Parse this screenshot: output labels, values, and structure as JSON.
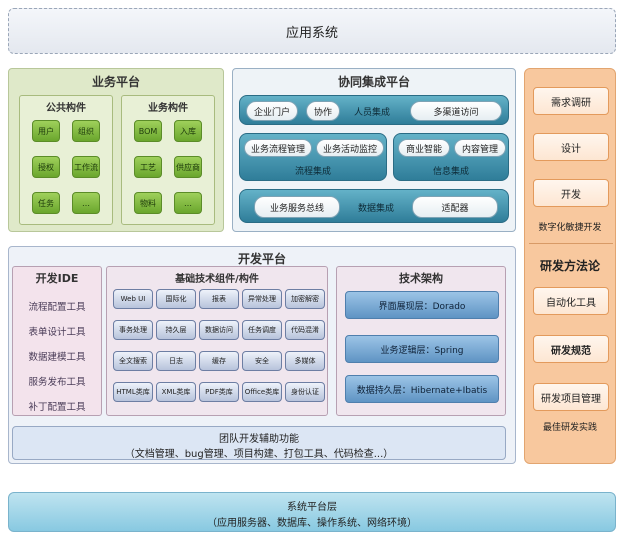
{
  "app_system": "应用系统",
  "business_platform": {
    "title": "业务平台",
    "public_components": {
      "title": "公共构件",
      "items": [
        "用户",
        "组织",
        "授权",
        "工作流",
        "任务",
        "…"
      ]
    },
    "business_components": {
      "title": "业务构件",
      "items": [
        "BOM",
        "入库",
        "工艺",
        "供应商",
        "物料",
        "…"
      ]
    }
  },
  "collab_platform": {
    "title": "协同集成平台",
    "row1": {
      "items": [
        "企业门户",
        "协作",
        "多渠道访问"
      ],
      "label": "人员集成"
    },
    "flow": {
      "items": [
        "业务流程管理",
        "业务活动监控"
      ],
      "label": "流程集成"
    },
    "info": {
      "items": [
        "商业智能",
        "内容管理"
      ],
      "label": "信息集成"
    },
    "data": {
      "items": [
        "业务服务总线",
        "适配器"
      ],
      "label": "数据集成"
    }
  },
  "right_column": {
    "items": [
      "需求调研",
      "设计",
      "开发"
    ],
    "agile_label": "数字化敏捷开发",
    "methodology_title": "研发方法论",
    "items2": [
      "自动化工具",
      "研发规范",
      "研发项目管理"
    ],
    "practice_label": "最佳研发实践"
  },
  "dev_platform": {
    "title": "开发平台",
    "ide": {
      "title": "开发IDE",
      "items": [
        "流程配置工具",
        "表单设计工具",
        "数据建模工具",
        "服务发布工具",
        "补丁配置工具"
      ]
    },
    "tech_components": {
      "title": "基础技术组件/构件",
      "items": [
        "Web UI",
        "国际化",
        "报表",
        "异常处理",
        "加密解密",
        "事务处理",
        "持久层",
        "数据访问",
        "任务调度",
        "代码混淆",
        "全文搜索",
        "日志",
        "缓存",
        "安全",
        "多媒体",
        "HTML类库",
        "XML类库",
        "PDF类库",
        "Office类库",
        "身份认证"
      ]
    },
    "tech_arch": {
      "title": "技术架构",
      "items": [
        "界面展现层：Dorado",
        "业务逻辑层：Spring",
        "数据持久层：Hibernate+Ibatis"
      ]
    },
    "team": {
      "title": "团队开发辅助功能",
      "desc": "（文档管理、bug管理、项目构建、打包工具、代码检查...）"
    }
  },
  "system_platform": {
    "title": "系统平台层",
    "desc": "（应用服务器、数据库、操作系统、网络环境）"
  },
  "colors": {
    "green": "#6aa62d",
    "teal": "#2f7d99",
    "orange": "#f8c89e",
    "blue": "#5f94c4",
    "sky": "#88c9e1"
  }
}
